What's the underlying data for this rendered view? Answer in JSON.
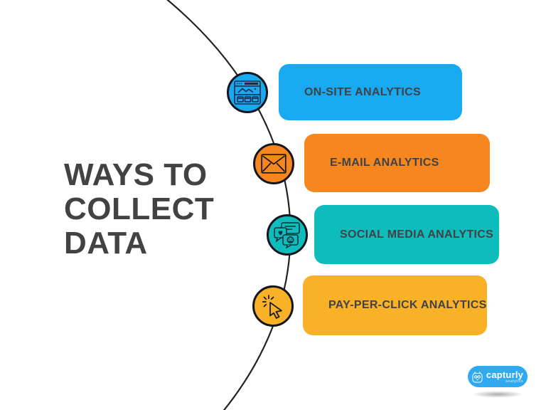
{
  "title": {
    "lines": [
      "WAYS TO",
      "COLLECT",
      "DATA"
    ]
  },
  "items": [
    {
      "label": "ON-SITE ANALYTICS",
      "color": "#18A9F0",
      "icon": "browser-analytics-icon"
    },
    {
      "label": "E-MAIL ANALYTICS",
      "color": "#F6861F",
      "icon": "envelope-icon"
    },
    {
      "label": "SOCIAL MEDIA ANALYTICS",
      "color": "#0FBCBC",
      "icon": "social-bubbles-icon"
    },
    {
      "label": "PAY-PER-CLICK ANALYTICS",
      "color": "#F9B227",
      "icon": "cursor-click-icon"
    }
  ],
  "logo": {
    "brand": "capturly",
    "tagline": "analytics",
    "color": "#2FA9F0"
  },
  "colors": {
    "title_text": "#414244",
    "label_text": "#3F4347",
    "curve": "#222222",
    "node_outline": "#16161E",
    "background": "#FFFFFF"
  }
}
